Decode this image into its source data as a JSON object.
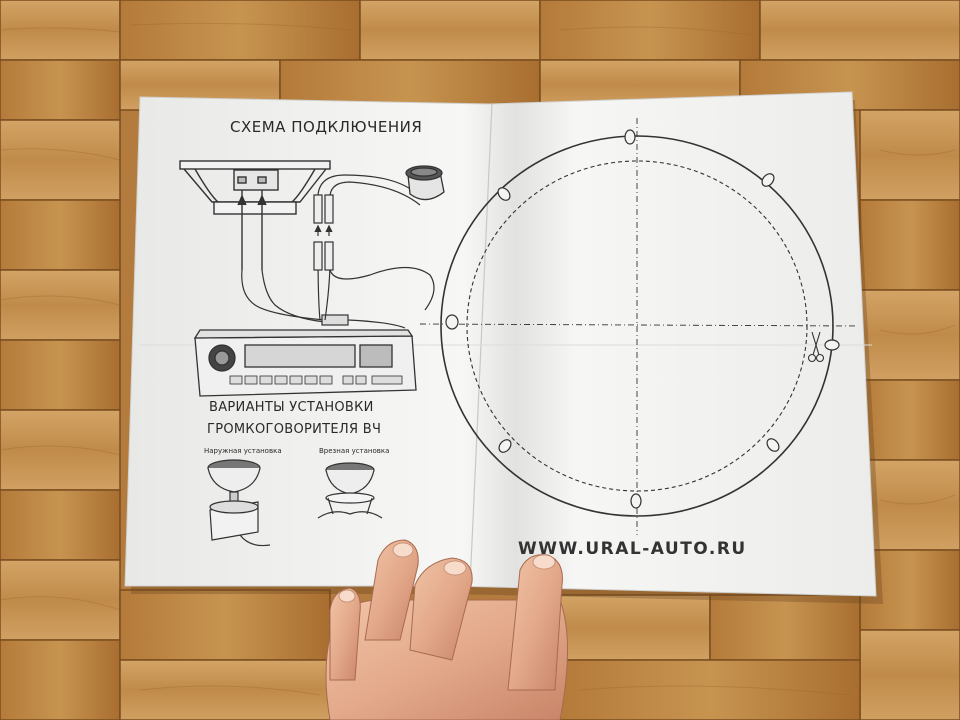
{
  "leaflet": {
    "title": "СХЕМА ПОДКЛЮЧЕНИЯ",
    "variants_line1": "ВАРИАНТЫ УСТАНОВКИ",
    "variants_line2": "ГРОМКОГОВОРИТЕЛЯ ВЧ",
    "surface_mount_label": "Наружная установка",
    "flush_mount_label": "Врезная установка",
    "website": "WWW.URAL-AUTO.RU"
  },
  "colors": {
    "paper": "#f4f4f2",
    "ink": "#2a2a2a",
    "floor_light": "#c99a5a",
    "floor_dark": "#a06a30"
  },
  "icons": [
    "scissors-icon",
    "speaker-icon",
    "tweeter-icon",
    "car-radio-icon"
  ]
}
